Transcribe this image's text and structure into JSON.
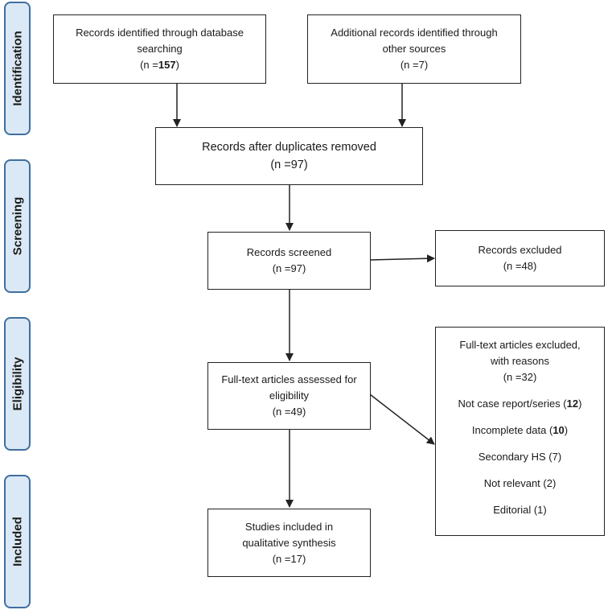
{
  "phases": {
    "identification": "Identification",
    "screening": "Screening",
    "eligibility": "Eligibility",
    "included": "Included"
  },
  "boxes": {
    "database": {
      "line1": "Records identified through database",
      "line2": "searching",
      "prefix": "(n =",
      "count": "157",
      "suffix": ")"
    },
    "other": {
      "line1": "Additional records identified through",
      "line2": "other sources",
      "value": "(n =7)"
    },
    "duplicates": {
      "line1": "Records after duplicates removed",
      "value": "(n =97)"
    },
    "screened": {
      "line1": "Records screened",
      "value": "(n =97)"
    },
    "excluded": {
      "line1": "Records excluded",
      "value": "(n =48)"
    },
    "fulltext": {
      "line1": "Full-text articles assessed for",
      "line2": "eligibility",
      "value": "(n =49)"
    },
    "fulltext_excluded": {
      "line1": "Full-text articles excluded,",
      "line2": "with reasons",
      "value": "(n =32)",
      "reasons": [
        {
          "label": "Not case report/series (",
          "count": "12",
          "close": ")"
        },
        {
          "label": "Incomplete data (",
          "count": "10",
          "close": ")"
        },
        {
          "label": "Secondary HS (7)"
        },
        {
          "label": "Not relevant (2)"
        },
        {
          "label": "Editorial (1)"
        }
      ]
    },
    "included": {
      "line1": "Studies included in",
      "line2": "qualitative synthesis",
      "value": "(n =17)"
    }
  }
}
